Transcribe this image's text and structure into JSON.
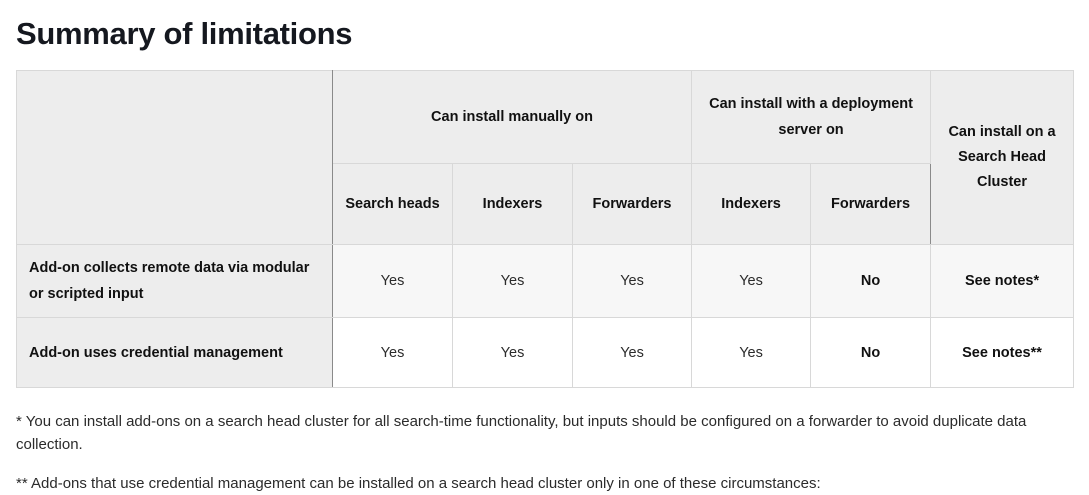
{
  "page_title": "Summary of limitations",
  "table": {
    "corner_blank": "",
    "groups": [
      {
        "label": "Can install manually on",
        "colspan": 3
      },
      {
        "label": "Can install with a\ndeployment server on",
        "colspan": 2
      },
      {
        "label": "Can install on\na\nSearch Head\nCluster",
        "colspan": 1,
        "rowspan": 2
      }
    ],
    "group_manual_label": "Can install manually on",
    "group_deployment_label": "Can install with a deployment server on",
    "group_shc_label": "Can install on a Search Head Cluster",
    "subheaders": [
      "Search heads",
      "Indexers",
      "Forwarders",
      "Indexers",
      "Forwarders"
    ],
    "columns": [
      "",
      "Search heads",
      "Indexers",
      "Forwarders",
      "Indexers",
      "Forwarders",
      "Can install on a Search Head Cluster"
    ],
    "rows": [
      {
        "label": "Add-on collects remote data via modular or scripted input",
        "cells": [
          "Yes",
          "Yes",
          "Yes",
          "Yes",
          "No",
          "See notes*"
        ],
        "emphasis": [
          false,
          false,
          false,
          false,
          true,
          true
        ]
      },
      {
        "label": "Add-on uses credential management",
        "cells": [
          "Yes",
          "Yes",
          "Yes",
          "Yes",
          "No",
          "See notes**"
        ],
        "emphasis": [
          false,
          false,
          false,
          false,
          true,
          true
        ]
      }
    ]
  },
  "notes": [
    "* You can install add-ons on a search head cluster for all search-time functionality, but inputs should be configured on a forwarder to avoid duplicate data collection.",
    "** Add-ons that use credential management can be installed on a search head cluster only in one of these circumstances:"
  ],
  "colors": {
    "header_bg": "#ededed",
    "row_odd_bg": "#f7f7f7",
    "row_even_bg": "#ffffff",
    "border": "#d8d8d8",
    "border_strong": "#8a8a8a",
    "title": "#15181f"
  }
}
